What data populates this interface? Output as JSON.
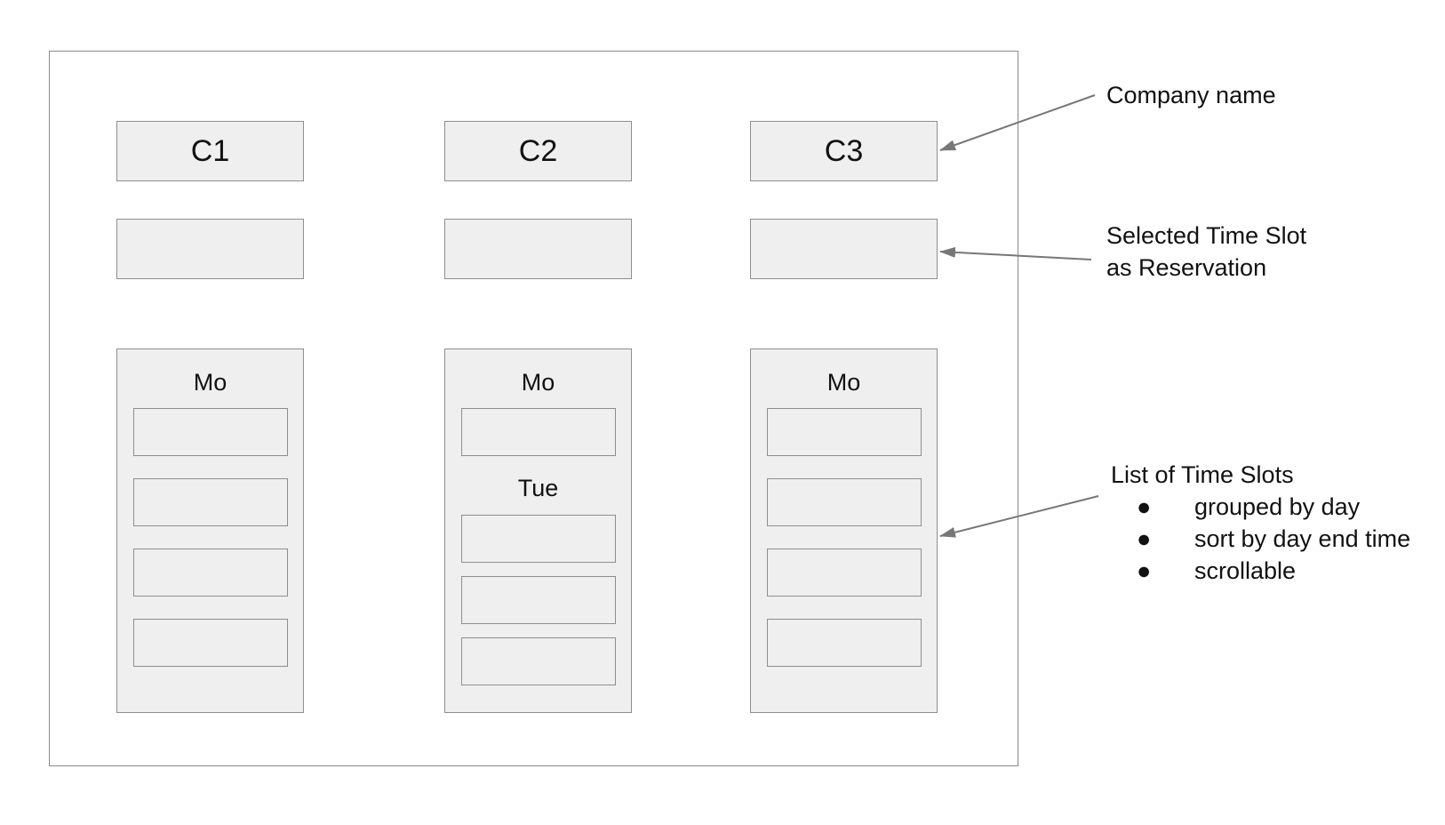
{
  "companies": [
    {
      "name": "C1",
      "days": [
        {
          "label": "Mo",
          "slot_count": 4
        }
      ]
    },
    {
      "name": "C2",
      "days": [
        {
          "label": "Mo",
          "slot_count": 1
        },
        {
          "label": "Tue",
          "slot_count": 3
        }
      ]
    },
    {
      "name": "C3",
      "days": [
        {
          "label": "Mo",
          "slot_count": 4
        }
      ]
    }
  ],
  "annotations": {
    "company_name": "Company name",
    "selected_slot_line1": "Selected Time Slot",
    "selected_slot_line2": "as Reservation",
    "list_title": "List of Time Slots",
    "list_items": [
      "grouped by day",
      "sort by day end time",
      "scrollable"
    ]
  },
  "colors": {
    "box_fill": "#efefef",
    "box_border": "#8e8e8e",
    "frame_border": "#8a8a8a",
    "arrow": "#777777"
  }
}
